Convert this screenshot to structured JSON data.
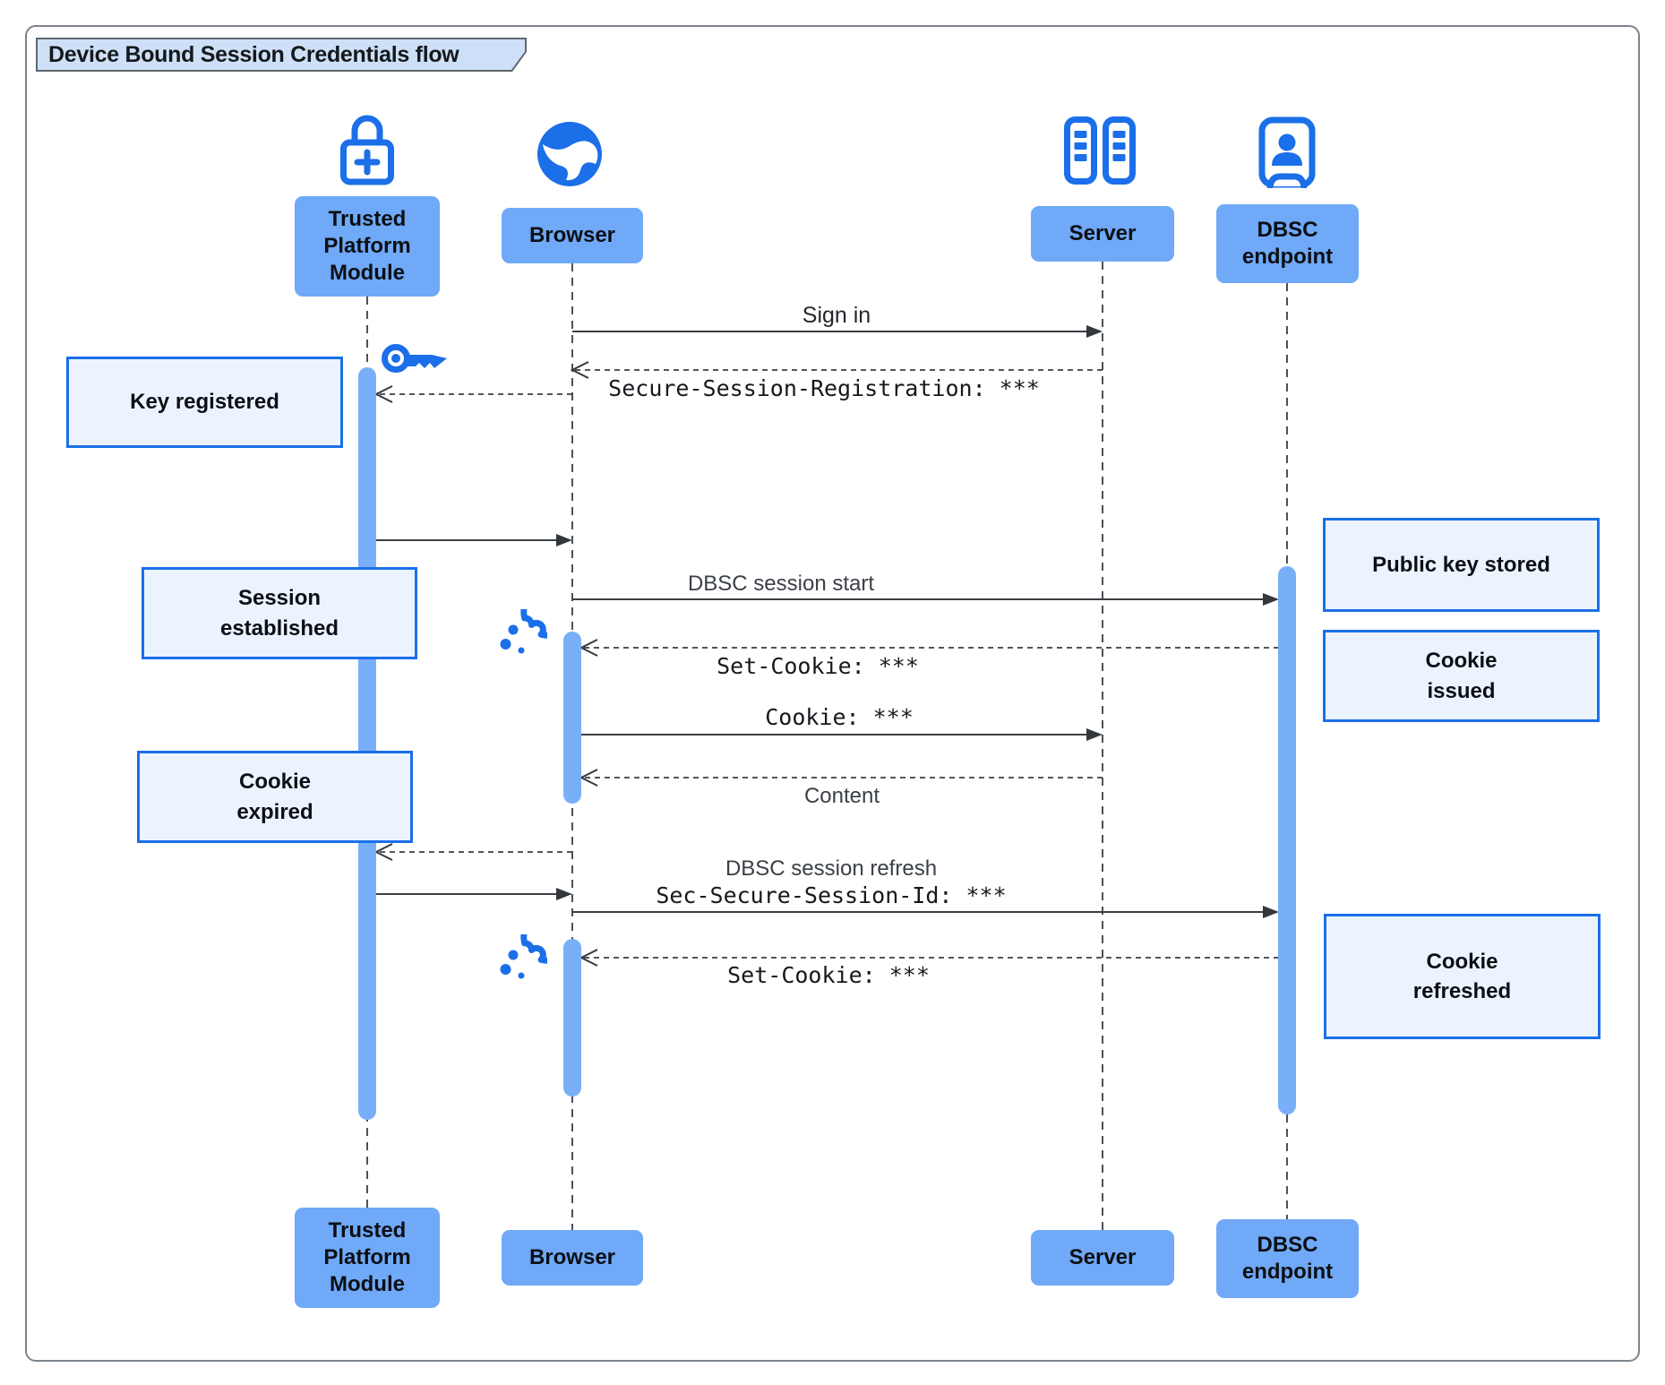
{
  "title": "Device Bound Session Credentials flow",
  "actors": [
    {
      "id": "tpm",
      "label": "Trusted\nPlatform\nModule",
      "icon": "lock-plus-icon"
    },
    {
      "id": "browser",
      "label": "Browser",
      "icon": "globe-icon"
    },
    {
      "id": "server",
      "label": "Server",
      "icon": "server-rack-icon"
    },
    {
      "id": "dbsc",
      "label": "DBSC\nendpoint",
      "icon": "person-badge-icon"
    }
  ],
  "messages": [
    {
      "from": "Browser",
      "to": "Server",
      "style": "solid",
      "label": "Sign in"
    },
    {
      "from": "Server",
      "to": "Browser",
      "style": "dashed",
      "font": "mono",
      "label": "Secure-Session-Registration: ***"
    },
    {
      "from": "Browser",
      "to": "Trusted Platform Module",
      "style": "dashed",
      "label": ""
    },
    {
      "from": "Trusted Platform Module",
      "to": "Browser",
      "style": "solid",
      "label": ""
    },
    {
      "from": "Browser",
      "to": "DBSC endpoint",
      "style": "solid",
      "label": "DBSC session start"
    },
    {
      "from": "DBSC endpoint",
      "to": "Browser",
      "style": "dashed",
      "font": "mono",
      "label": "Set-Cookie: ***"
    },
    {
      "from": "Browser",
      "to": "Server",
      "style": "solid",
      "font": "mono",
      "label": "Cookie: ***"
    },
    {
      "from": "Server",
      "to": "Browser",
      "style": "dashed",
      "label": "Content"
    },
    {
      "from": "Browser",
      "to": "Trusted Platform Module",
      "style": "dashed",
      "label": ""
    },
    {
      "from": "Trusted Platform Module",
      "to": "Browser",
      "style": "solid",
      "label": ""
    },
    {
      "from": "Browser",
      "to": "DBSC endpoint",
      "style": "solid",
      "label": "DBSC session refresh",
      "label2": "Sec-Secure-Session-Id: ***",
      "font2": "mono"
    },
    {
      "from": "DBSC endpoint",
      "to": "Browser",
      "style": "dashed",
      "font": "mono",
      "label": "Set-Cookie: ***"
    }
  ],
  "notes": [
    {
      "side": "left",
      "text": "Key registered"
    },
    {
      "side": "right",
      "text": "Public key stored"
    },
    {
      "side": "left",
      "text": "Session\nestablished"
    },
    {
      "side": "right",
      "text": "Cookie\nissued"
    },
    {
      "side": "left",
      "text": "Cookie\nexpired"
    },
    {
      "side": "right",
      "text": "Cookie\nrefreshed"
    }
  ],
  "colors": {
    "actor_fill": "#6fa9f7",
    "activation_fill": "#79aff8",
    "note_fill": "#ebf4fe",
    "note_border": "#1b6fe8",
    "icon_blue": "#1b6fe8",
    "title_fill": "#cde0f7",
    "frame_border": "#7d848c",
    "wire": "#3a3f45"
  }
}
